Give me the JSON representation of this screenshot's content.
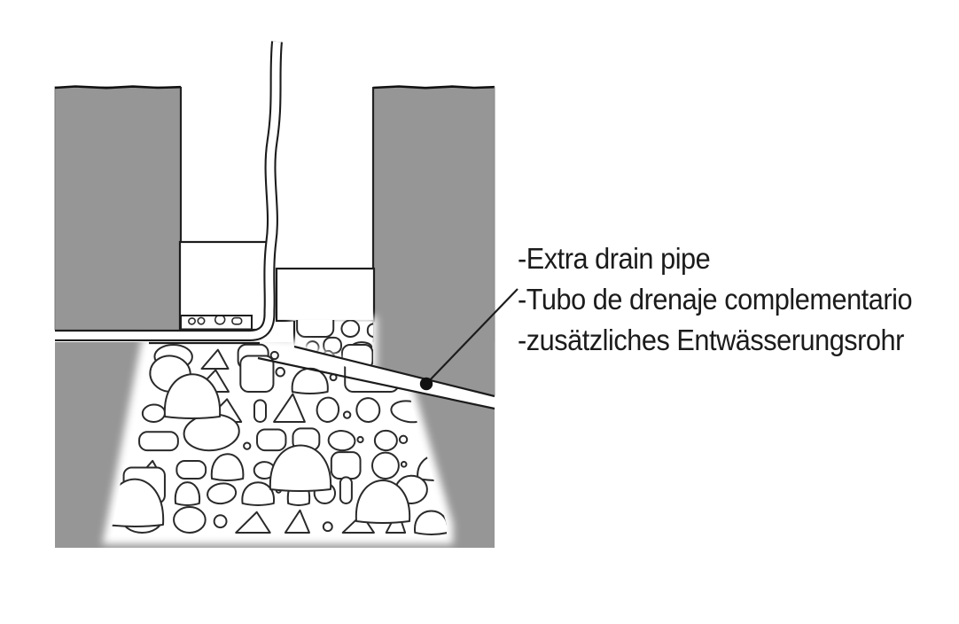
{
  "figure": {
    "kind": "drain-pipe-installation-cross-section",
    "labels": [
      "-Extra drain pipe",
      "-Tubo de drenaje complementario",
      "-zusätzliches Entwässerungsrohr"
    ]
  },
  "colors": {
    "background": "#ffffff",
    "soil": "#969696",
    "outline": "#1c1c1c",
    "stone_stroke": "#2a2a2a",
    "text": "#1b1b1b"
  }
}
